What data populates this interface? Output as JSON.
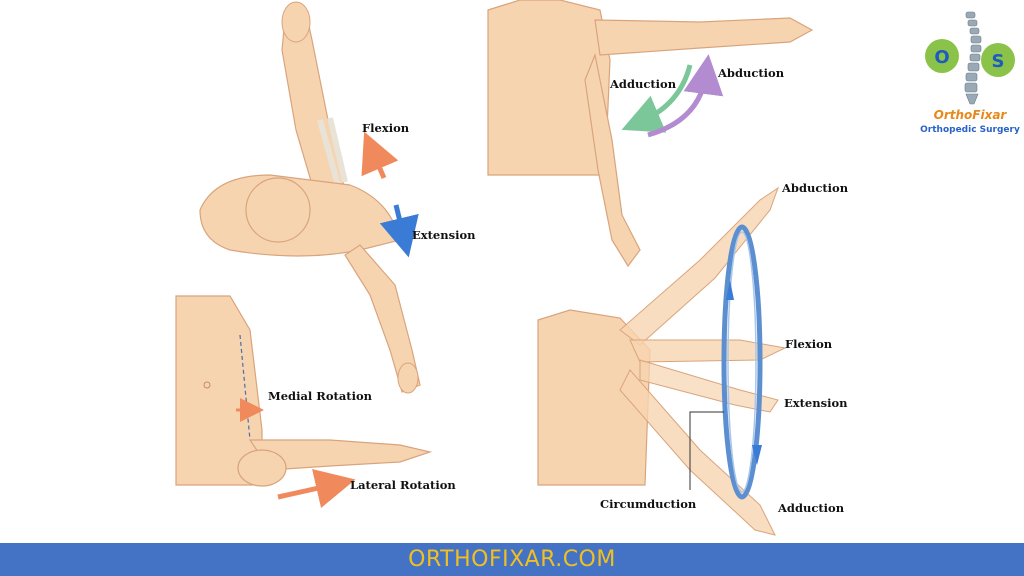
{
  "labels": {
    "panel_a": {
      "flexion": "Flexion",
      "extension": "Extension"
    },
    "panel_b": {
      "adduction": "Adduction",
      "abduction": "Abduction"
    },
    "panel_c": {
      "medial_rotation": "Medial Rotation",
      "lateral_rotation": "Lateral  Rotation"
    },
    "panel_d": {
      "abduction": "Abduction",
      "flexion": "Flexion",
      "extension": "Extension",
      "circumduction": "Circumduction",
      "adduction": "Adduction"
    }
  },
  "logo": {
    "letter_left": "O",
    "letter_right": "S",
    "name": "OrthoFixar",
    "tagline": "Orthopedic Surgery"
  },
  "footer": {
    "text": "ORTHOFIXAR.COM"
  },
  "colors": {
    "skin": "#f7d4b0",
    "skin_outline": "#d9a47c",
    "flexion_arrow": "#f08a5d",
    "extension_arrow": "#3a7bd5",
    "adduction_arrow": "#7cc79a",
    "abduction_arrow": "#b28bd0",
    "circle": "#5b8fd0",
    "footer_bg": "#4472c4",
    "footer_text": "#f0c020"
  }
}
